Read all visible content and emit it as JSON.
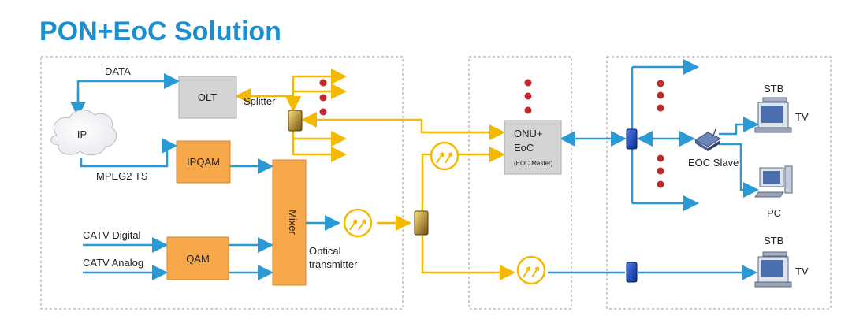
{
  "title": "PON+EoC Solution",
  "colors": {
    "title": "#1a8fd0",
    "blue_link": "#2a9ad6",
    "yellow_link": "#f5b800",
    "orange_box": "#f7a84a",
    "gray_box": "#d4d4d4",
    "dots": "#c0282c",
    "panel_border": "#9a9a9a",
    "amplifier": "#f5b800",
    "tap": "#1346b8"
  },
  "labels": {
    "data": "DATA",
    "ip": "IP",
    "olt": "OLT",
    "splitter": "Splitter",
    "mpeg2ts": "MPEG2 TS",
    "ipqam": "IPQAM",
    "catv_digital": "CATV Digital",
    "catv_analog": "CATV Analog",
    "qam": "QAM",
    "mixer": "Mixer",
    "optical_line1": "Optical",
    "optical_line2": "transmitter",
    "onu_line1": "ONU+",
    "onu_line2": "EoC",
    "onu_line3": "(EOC Master)",
    "eoc_slave": "EOC Slave",
    "stb": "STB",
    "tv": "TV",
    "pc": "PC"
  }
}
